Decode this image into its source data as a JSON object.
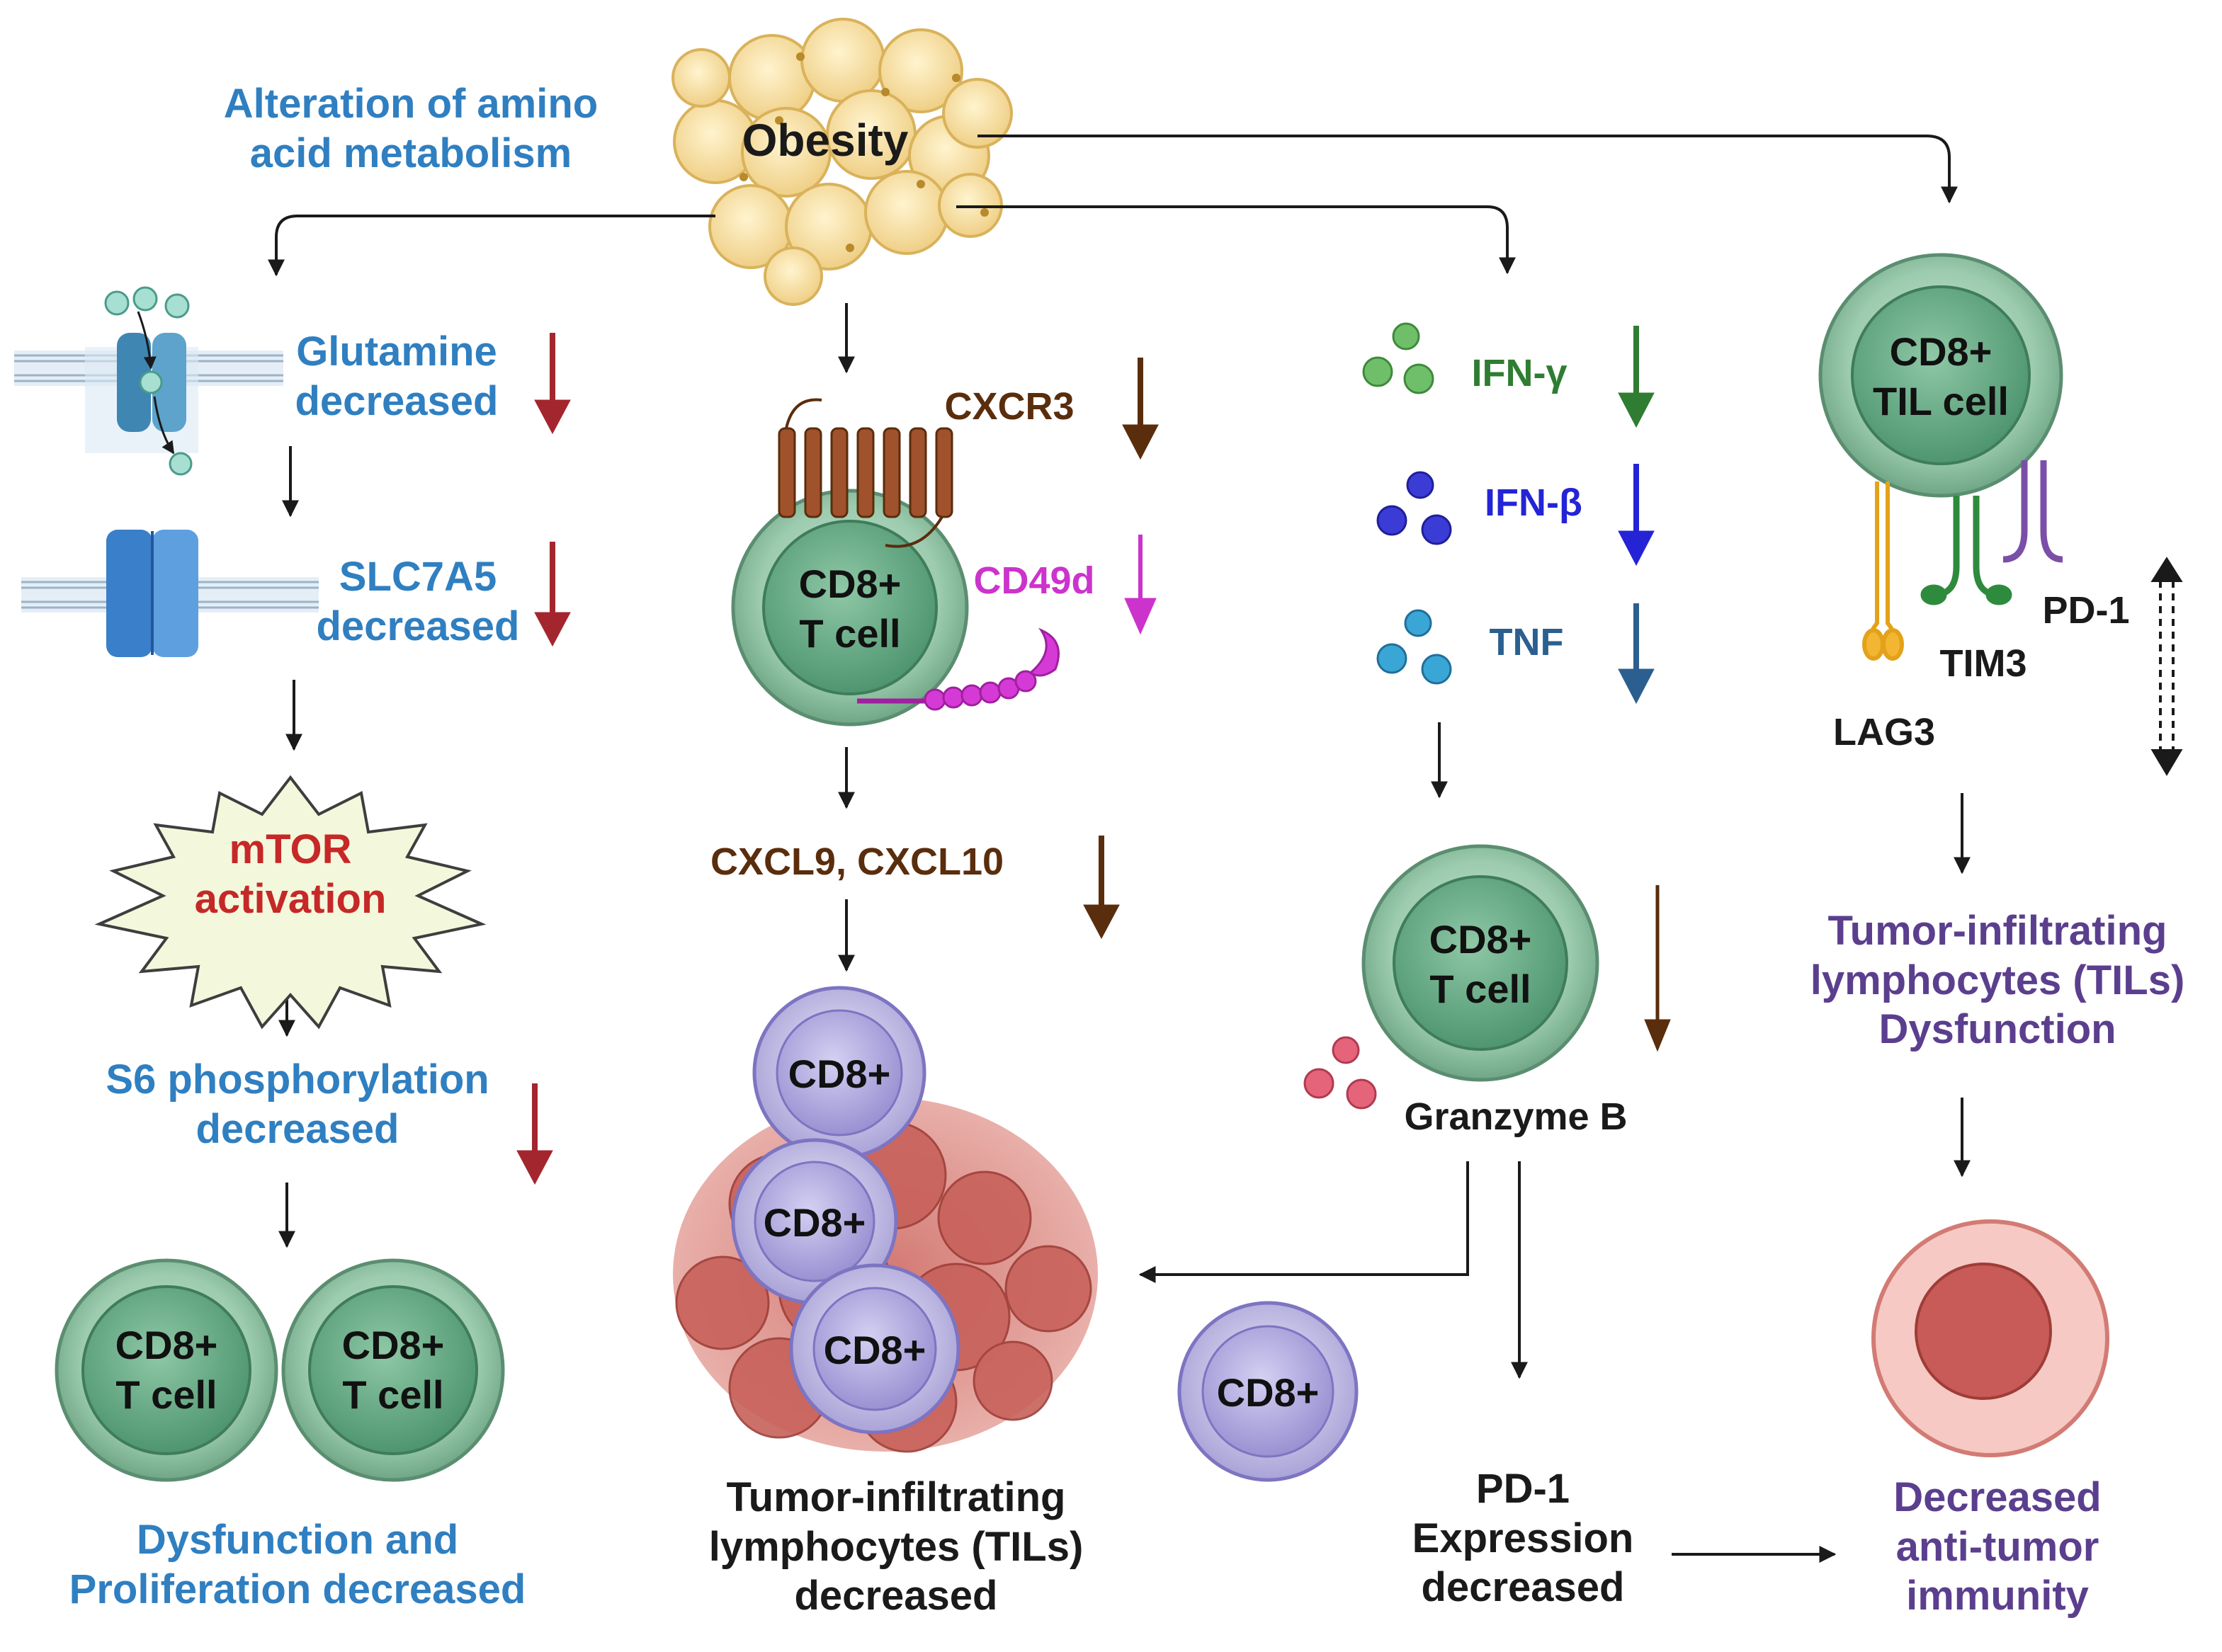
{
  "title": "Obesity",
  "colors": {
    "blue_text": "#2f7fc1",
    "purple_text": "#5b3f8e",
    "brown_text": "#5a2d0c",
    "magenta_text": "#cc33cc",
    "green_text": "#2e7d32",
    "violet_blue_text": "#2424d6",
    "steel_text": "#2b5f8f",
    "red_arrow": "#a3262e",
    "t_cell_fill": "#7fb897",
    "til_fill": "#b7b0e0",
    "tumor_fill": "#d9827a"
  },
  "left_column": {
    "header": [
      "Alteration of amino",
      "acid metabolism"
    ],
    "glutamine": [
      "Glutamine",
      "decreased"
    ],
    "slc7a5": [
      "SLC7A5",
      "decreased"
    ],
    "mtor": [
      "mTOR",
      "activation"
    ],
    "s6": [
      "S6 phosphorylation",
      "decreased"
    ],
    "cells": [
      [
        "CD8+",
        "T cell"
      ],
      [
        "CD8+",
        "T cell"
      ]
    ],
    "outcome": [
      "Dysfunction and",
      "Proliferation decreased"
    ],
    "icons": [
      "glutamine-transporter-icon",
      "slc7a5-transporter-icon",
      "starburst-icon"
    ]
  },
  "middle_column": {
    "cxcr3": "CXCR3",
    "cd49d": "CD49d",
    "cell": [
      "CD8+",
      "T cell"
    ],
    "chemokines": "CXCL9, CXCL10",
    "til_cells": [
      "CD8+",
      "CD8+",
      "CD8+"
    ],
    "outcome": [
      "Tumor-infiltrating",
      "lymphocytes (TILs)",
      "decreased"
    ]
  },
  "cytokine_column": {
    "ifn_gamma": "IFN-γ",
    "ifn_beta": "IFN-β",
    "tnf": "TNF",
    "cell": [
      "CD8+",
      "T cell"
    ],
    "granzyme": "Granzyme B",
    "lone_cell": "CD8+",
    "pd1": [
      "PD-1",
      "Expression",
      "decreased"
    ]
  },
  "right_column": {
    "cell": [
      "CD8+",
      "TIL cell"
    ],
    "pd1": "PD-1",
    "tim3": "TIM3",
    "lag3": "LAG3",
    "dysfunction": [
      "Tumor-infiltrating",
      "lymphocytes (TILs)",
      "Dysfunction"
    ],
    "outcome": [
      "Decreased",
      "anti-tumor",
      "immunity"
    ]
  }
}
